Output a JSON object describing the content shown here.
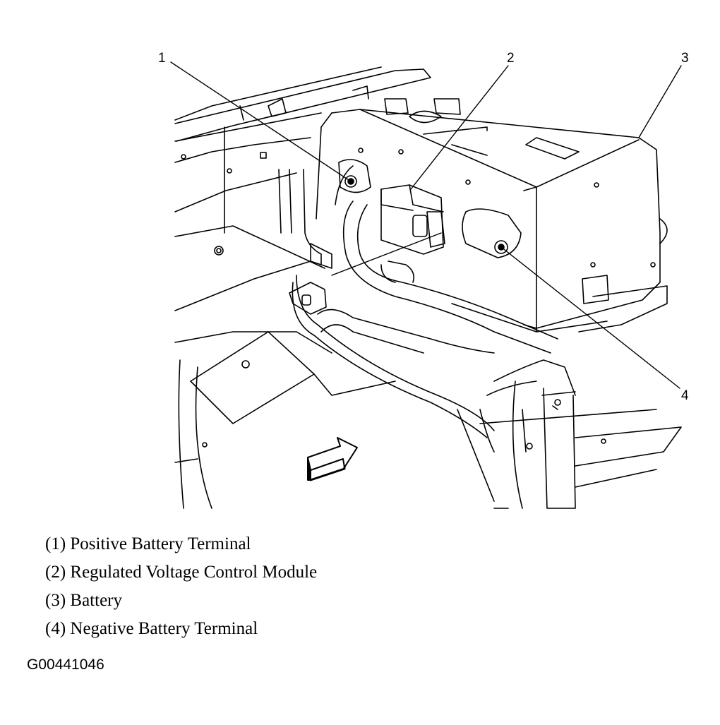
{
  "callouts": [
    "1",
    "2",
    "3",
    "4"
  ],
  "legend": [
    "(1) Positive Battery Terminal",
    "(2) Regulated Voltage Control Module",
    "(3) Battery",
    "(4) Negative Battery Terminal"
  ],
  "figure_id": "G00441046",
  "colors": {
    "ink": "#000000",
    "paper": "#ffffff"
  },
  "icons": [
    "direction-arrow-icon"
  ]
}
